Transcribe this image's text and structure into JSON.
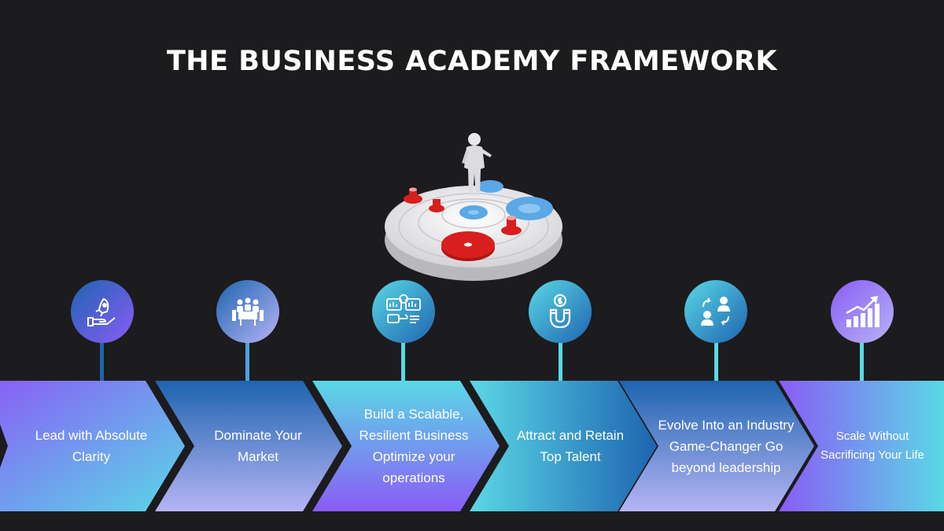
{
  "title": "THE BUSINESS ACADEMY FRAMEWORK",
  "steps": [
    {
      "label": "Lead with Absolute Clarity",
      "icon": "rocket-hand-icon"
    },
    {
      "label": "Dominate Your Market",
      "icon": "meeting-table-icon"
    },
    {
      "label": "Build a Scalable, Resilient Business Optimize your operations",
      "icon": "dashboard-analytics-icon"
    },
    {
      "label": "Attract and Retain Top Talent",
      "icon": "magnet-dollar-icon"
    },
    {
      "label": "Evolve Into an Industry Game-Changer Go beyond leadership",
      "icon": "user-exchange-icon"
    },
    {
      "label": "Scale Without Sacrificing Your Life",
      "icon": "growth-chart-icon"
    }
  ],
  "colors": {
    "background": "#1c1b1d",
    "purple": "#8a5cf6",
    "cyan": "#5ad8e6",
    "blue": "#1e64b0",
    "lavender": "#b6b4f4",
    "red": "#d81e1e",
    "lightblue": "#5aa8e6"
  }
}
